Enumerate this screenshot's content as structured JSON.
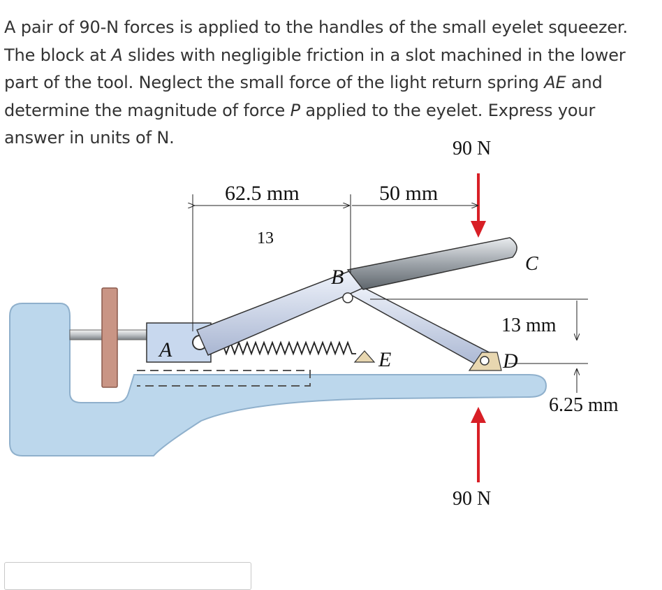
{
  "question": {
    "part1": "A pair of 90-N forces is applied to the handles of the small eyelet squeezer. The block at ",
    "var_A": "A",
    "part2": " slides with negligible friction in a slot machined in the lower part of the tool. Neglect the small force of the light return spring ",
    "var_AE": "AE",
    "part3": " and determine the magnitude of force ",
    "var_P": "P",
    "part4": " applied to the eyelet. Express your answer in units of N."
  },
  "figure": {
    "force_top": "90 N",
    "force_bottom": "90 N",
    "dim_AB": "62.5 mm",
    "dim_BC": "50 mm",
    "label_13": "13",
    "label_B": "B",
    "label_C": "C",
    "dim_vertical": "13 mm",
    "label_A": "A",
    "label_E": "E",
    "label_D": "D",
    "dim_small": "6.25 mm"
  },
  "answer": {
    "value": ""
  },
  "colors": {
    "base": "#bcd7ec",
    "base_outline": "#8fb0cc",
    "arrow": "#d81f26",
    "wheel": "#c99585",
    "handle": "#9aa0a6",
    "link": "#c5cfe3"
  }
}
